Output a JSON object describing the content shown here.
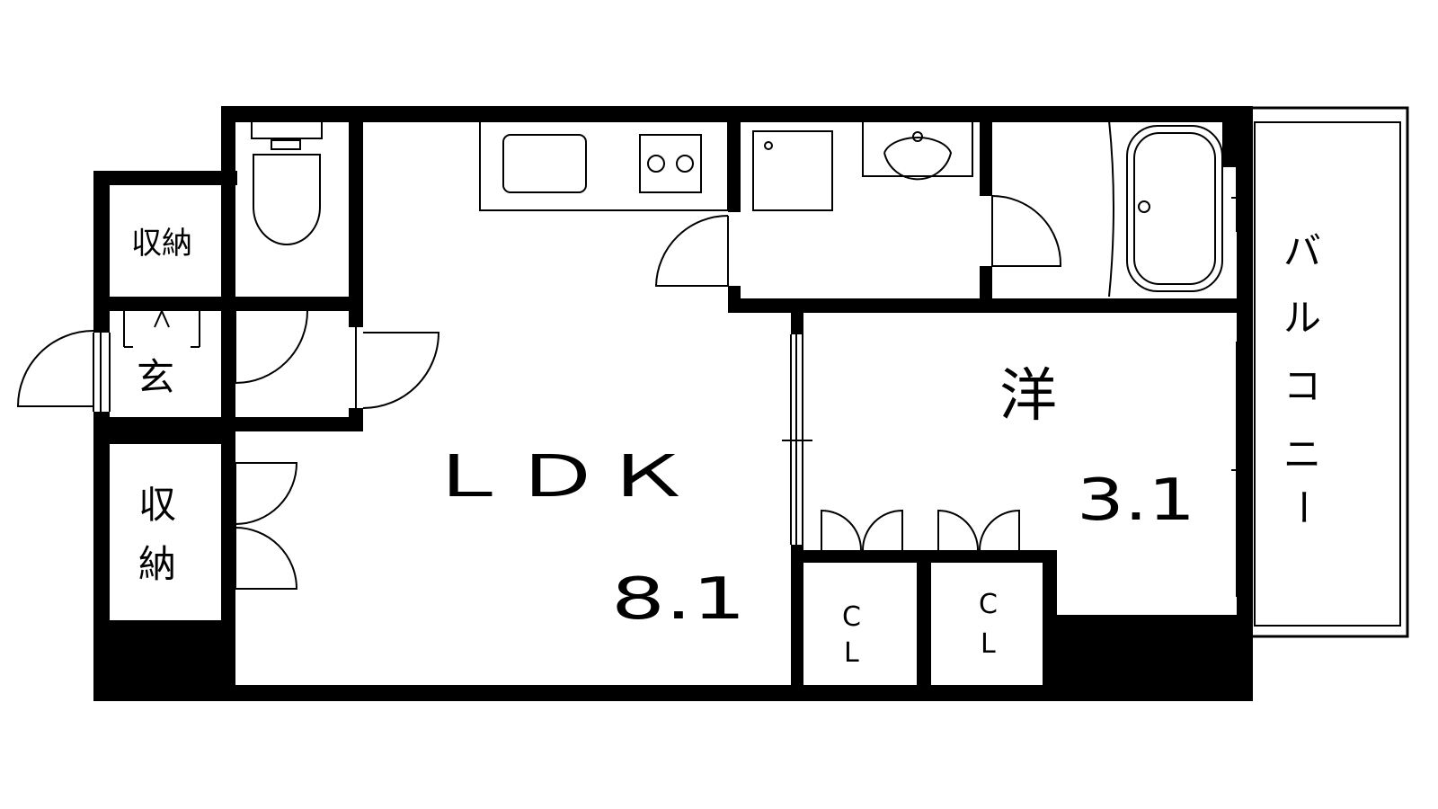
{
  "rooms": {
    "ldk": {
      "label": "ＬＤＫ",
      "size": "8.1"
    },
    "western": {
      "label": "洋",
      "size": "3.1"
    },
    "entrance": {
      "label": "玄"
    },
    "storage_top": {
      "label": "収納"
    },
    "storage_bottom": {
      "line1": "収",
      "line2": "納"
    },
    "closet_left": {
      "line1": "C",
      "line2": "L"
    },
    "closet_right": {
      "line1": "C",
      "line2": "L"
    },
    "balcony": {
      "chars": [
        "バ",
        "ル",
        "コ",
        "ニ",
        "ー"
      ]
    }
  },
  "colors": {
    "wall": "#000000",
    "background": "#ffffff"
  }
}
